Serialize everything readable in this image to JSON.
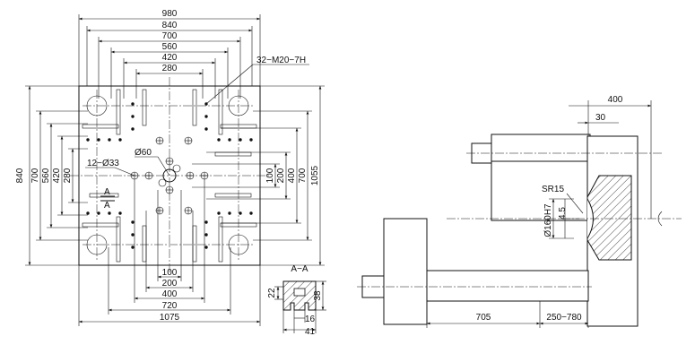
{
  "front_view": {
    "dimensions_top": [
      "980",
      "840",
      "700",
      "560",
      "420",
      "280"
    ],
    "thread_note": "32−M20−7H",
    "dimensions_left": [
      "840",
      "700",
      "560",
      "420",
      "280"
    ],
    "dimensions_right_inner": [
      "100",
      "200",
      "400"
    ],
    "dimensions_right_outer": [
      "700",
      "1055"
    ],
    "hole_callout": "12−Ø33",
    "center_callout": "Ø60",
    "section_marker": "A",
    "dimensions_bottom": [
      "100",
      "200",
      "400",
      "720",
      "1075"
    ]
  },
  "section_aa": {
    "title": "A−A",
    "dimensions": [
      "22",
      "38",
      "16",
      "41"
    ]
  },
  "side_view": {
    "dimensions_top": [
      "400",
      "30"
    ],
    "sr_label": "SR15",
    "bore_label": "Ø160H7",
    "depth_label": "4.5",
    "dimensions_bottom": [
      "705",
      "250−780"
    ]
  }
}
